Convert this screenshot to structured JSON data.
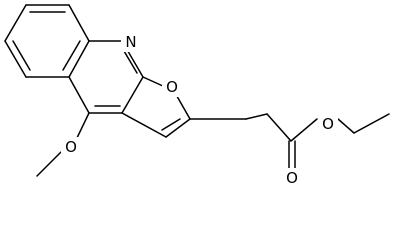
{
  "molecule": {
    "atom_labels": {
      "ring_nitrogen": "N",
      "furan_oxygen": "O",
      "methoxy_oxygen": "O",
      "ester_ether_oxygen": "O",
      "carbonyl_oxygen": "O"
    }
  }
}
